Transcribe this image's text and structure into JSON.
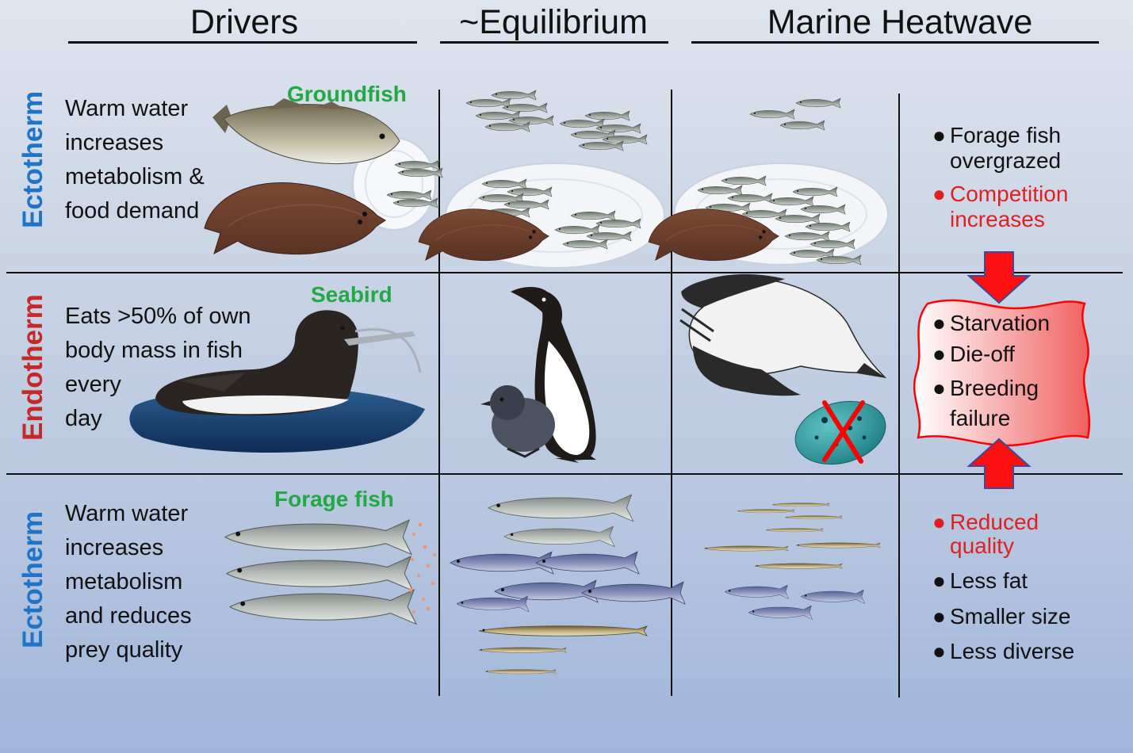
{
  "headers": {
    "drivers": "Drivers",
    "equilibrium": "~Equilibrium",
    "heatwave": "Marine Heatwave"
  },
  "rows": [
    {
      "side_label": "Ectotherm",
      "side_color": "#1f74c7",
      "driver_lines": [
        "Warm water",
        "increases",
        "metabolism &",
        "food demand"
      ],
      "species_label": "Groundfish",
      "outcomes": [
        {
          "text": [
            "Forage fish",
            "overgrazed"
          ],
          "color": "#111111"
        },
        {
          "text": [
            "Competition",
            "increases"
          ],
          "color": "#e02020"
        }
      ]
    },
    {
      "side_label": "Endotherm",
      "side_color": "#c62828",
      "driver_lines": [
        "Eats >50% of own",
        "body mass in fish",
        "every",
        "day"
      ],
      "species_label": "Seabird",
      "outcomes": [
        {
          "text": [
            "Starvation"
          ],
          "color": "#111111"
        },
        {
          "text": [
            "Die-off"
          ],
          "color": "#111111"
        },
        {
          "text": [
            "Breeding",
            "failure"
          ],
          "color": "#111111"
        }
      ]
    },
    {
      "side_label": "Ectotherm",
      "side_color": "#1f74c7",
      "driver_lines": [
        "Warm water",
        "increases",
        "metabolism",
        "and reduces",
        "prey quality"
      ],
      "species_label": "Forage fish",
      "outcomes": [
        {
          "text": [
            "Reduced",
            "quality"
          ],
          "color": "#e02020"
        },
        {
          "text": [
            "Less fat"
          ],
          "color": "#111111"
        },
        {
          "text": [
            "Smaller size"
          ],
          "color": "#111111"
        },
        {
          "text": [
            "Less diverse"
          ],
          "color": "#111111"
        }
      ]
    }
  ],
  "colors": {
    "species_label": "#22a844",
    "arrow": "#ff0000",
    "arrow_outline": "#3a4aa0",
    "callout_fill": "#f06060"
  },
  "icons": {
    "bullet": "●",
    "cross": "red-x-icon"
  }
}
